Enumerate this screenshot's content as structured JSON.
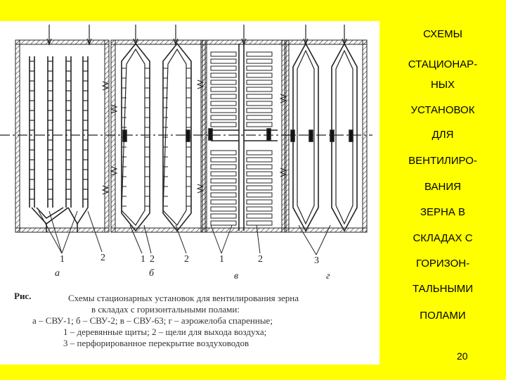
{
  "title_lines": [
    "СХЕМЫ",
    "СТАЦИОНАР-",
    "НЫХ",
    "УСТАНОВОК",
    "ДЛЯ",
    "ВЕНТИЛИРО-",
    "ВАНИЯ",
    "ЗЕРНА В",
    "СКЛАДАХ С",
    "ГОРИЗОН-",
    "ТАЛЬНЫМИ",
    "ПОЛАМИ"
  ],
  "page_number": "20",
  "figure": {
    "caption_prefix": "Рис.",
    "caption_lines": [
      "Схемы стационарных установок для вентилирования зерна",
      "в складах с горизонтальными полами:",
      "а – СВУ-1; б – СВУ-2; в – СВУ-63; г – аэрожелоба спаренные;",
      "1 – деревянные щиты; 2 – щели для выхода воздуха;",
      "3 – перфорированное перекрытие воздуховодов"
    ],
    "panels": [
      {
        "letter": "а",
        "numbers": [
          "1",
          "2"
        ]
      },
      {
        "letter": "б",
        "numbers": [
          "1",
          "2",
          "2"
        ]
      },
      {
        "letter": "в",
        "numbers": [
          "1",
          "2"
        ]
      },
      {
        "letter": "г",
        "numbers": [
          "3"
        ]
      }
    ]
  },
  "colors": {
    "background": "#ffff00",
    "panel": "#ffffff",
    "ink": "#222222"
  }
}
